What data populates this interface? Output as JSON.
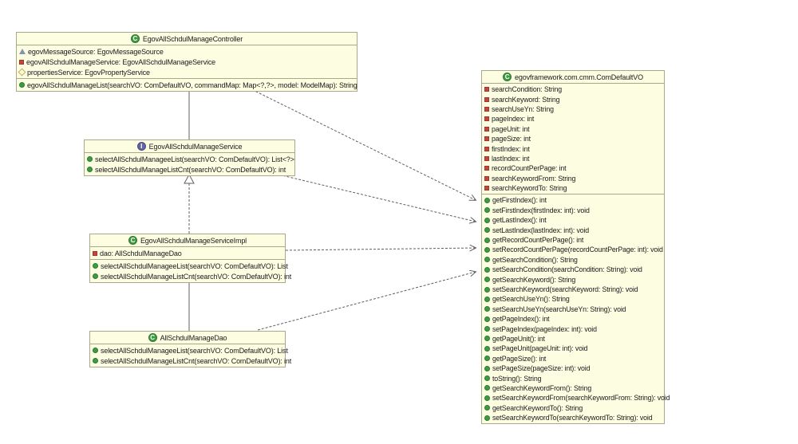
{
  "icons": {
    "class_glyph": "C",
    "interface_glyph": "I"
  },
  "colors": {
    "box_fill": "#fdfde2",
    "box_border": "#a9a98a",
    "connector": "#5f5f5f",
    "public_green": "#3c9b46",
    "private_red": "#c5443c",
    "package_blue": "#8196ad",
    "protected_yellow": "#c0ae50",
    "class_icon_green": "#3e9b41",
    "interface_icon_purple": "#64649e"
  },
  "diagram": {
    "classes": [
      {
        "id": "controller",
        "stereotype": "class",
        "name": "EgovAllSchdulManageController",
        "fields": [
          {
            "visibility": "package",
            "text": "egovMessageSource: EgovMessageSource"
          },
          {
            "visibility": "private",
            "text": "egovAllSchdulManageService: EgovAllSchdulManageService"
          },
          {
            "visibility": "protected",
            "text": "propertiesService: EgovPropertyService"
          }
        ],
        "methods": [
          {
            "visibility": "public",
            "text": "egovAllSchdulManageList(searchVO: ComDefaultVO, commandMap: Map<?,?>, model: ModelMap): String"
          }
        ]
      },
      {
        "id": "service",
        "stereotype": "interface",
        "name": "EgovAllSchdulManageService",
        "fields": [],
        "methods": [
          {
            "visibility": "public",
            "text": "selectAllSchdulManageeList(searchVO: ComDefaultVO): List<?>"
          },
          {
            "visibility": "public",
            "text": "selectAllSchdulManageListCnt(searchVO: ComDefaultVO): int"
          }
        ]
      },
      {
        "id": "service-impl",
        "stereotype": "class",
        "name": "EgovAllSchdulManageServiceImpl",
        "fields": [
          {
            "visibility": "private",
            "text": "dao: AllSchdulManageDao"
          }
        ],
        "methods": [
          {
            "visibility": "public",
            "text": "selectAllSchdulManageeList(searchVO: ComDefaultVO): List"
          },
          {
            "visibility": "public",
            "text": "selectAllSchdulManageListCnt(searchVO: ComDefaultVO): int"
          }
        ]
      },
      {
        "id": "dao",
        "stereotype": "class",
        "name": "AllSchdulManageDao",
        "fields": [],
        "methods": [
          {
            "visibility": "public",
            "text": "selectAllSchdulManageeList(searchVO: ComDefaultVO): List"
          },
          {
            "visibility": "public",
            "text": "selectAllSchdulManageListCnt(searchVO: ComDefaultVO): int"
          }
        ]
      },
      {
        "id": "comdefaultvo",
        "stereotype": "class",
        "name": "egovframework.com.cmm.ComDefaultVO",
        "fields": [
          {
            "visibility": "private",
            "text": "searchCondition: String"
          },
          {
            "visibility": "private",
            "text": "searchKeyword: String"
          },
          {
            "visibility": "private",
            "text": "searchUseYn: String"
          },
          {
            "visibility": "private",
            "text": "pageIndex: int"
          },
          {
            "visibility": "private",
            "text": "pageUnit: int"
          },
          {
            "visibility": "private",
            "text": "pageSize: int"
          },
          {
            "visibility": "private",
            "text": "firstIndex: int"
          },
          {
            "visibility": "private",
            "text": "lastIndex: int"
          },
          {
            "visibility": "private",
            "text": "recordCountPerPage: int"
          },
          {
            "visibility": "private",
            "text": "searchKeywordFrom: String"
          },
          {
            "visibility": "private",
            "text": "searchKeywordTo: String"
          }
        ],
        "methods": [
          {
            "visibility": "public",
            "text": "getFirstIndex(): int"
          },
          {
            "visibility": "public",
            "text": "setFirstIndex(firstIndex: int): void"
          },
          {
            "visibility": "public",
            "text": "getLastIndex(): int"
          },
          {
            "visibility": "public",
            "text": "setLastIndex(lastIndex: int): void"
          },
          {
            "visibility": "public",
            "text": "getRecordCountPerPage(): int"
          },
          {
            "visibility": "public",
            "text": "setRecordCountPerPage(recordCountPerPage: int): void"
          },
          {
            "visibility": "public",
            "text": "getSearchCondition(): String"
          },
          {
            "visibility": "public",
            "text": "setSearchCondition(searchCondition: String): void"
          },
          {
            "visibility": "public",
            "text": "getSearchKeyword(): String"
          },
          {
            "visibility": "public",
            "text": "setSearchKeyword(searchKeyword: String): void"
          },
          {
            "visibility": "public",
            "text": "getSearchUseYn(): String"
          },
          {
            "visibility": "public",
            "text": "setSearchUseYn(searchUseYn: String): void"
          },
          {
            "visibility": "public",
            "text": "getPageIndex(): int"
          },
          {
            "visibility": "public",
            "text": "setPageIndex(pageIndex: int): void"
          },
          {
            "visibility": "public",
            "text": "getPageUnit(): int"
          },
          {
            "visibility": "public",
            "text": "setPageUnit(pageUnit: int): void"
          },
          {
            "visibility": "public",
            "text": "getPageSize(): int"
          },
          {
            "visibility": "public",
            "text": "setPageSize(pageSize: int): void"
          },
          {
            "visibility": "public",
            "text": "toString(): String"
          },
          {
            "visibility": "public",
            "text": "getSearchKeywordFrom(): String"
          },
          {
            "visibility": "public",
            "text": "setSearchKeywordFrom(searchKeywordFrom: String): void"
          },
          {
            "visibility": "public",
            "text": "getSearchKeywordTo(): String"
          },
          {
            "visibility": "public",
            "text": "setSearchKeywordTo(searchKeywordTo: String): void"
          }
        ]
      }
    ],
    "relations": [
      {
        "from": "EgovAllSchdulManageController",
        "to": "EgovAllSchdulManageService",
        "type": "association"
      },
      {
        "from": "EgovAllSchdulManageServiceImpl",
        "to": "EgovAllSchdulManageService",
        "type": "realization"
      },
      {
        "from": "EgovAllSchdulManageServiceImpl",
        "to": "AllSchdulManageDao",
        "type": "association"
      },
      {
        "from": "EgovAllSchdulManageController",
        "to": "egovframework.com.cmm.ComDefaultVO",
        "type": "dependency"
      },
      {
        "from": "EgovAllSchdulManageService",
        "to": "egovframework.com.cmm.ComDefaultVO",
        "type": "dependency"
      },
      {
        "from": "EgovAllSchdulManageServiceImpl",
        "to": "egovframework.com.cmm.ComDefaultVO",
        "type": "dependency"
      },
      {
        "from": "AllSchdulManageDao",
        "to": "egovframework.com.cmm.ComDefaultVO",
        "type": "dependency"
      }
    ]
  }
}
